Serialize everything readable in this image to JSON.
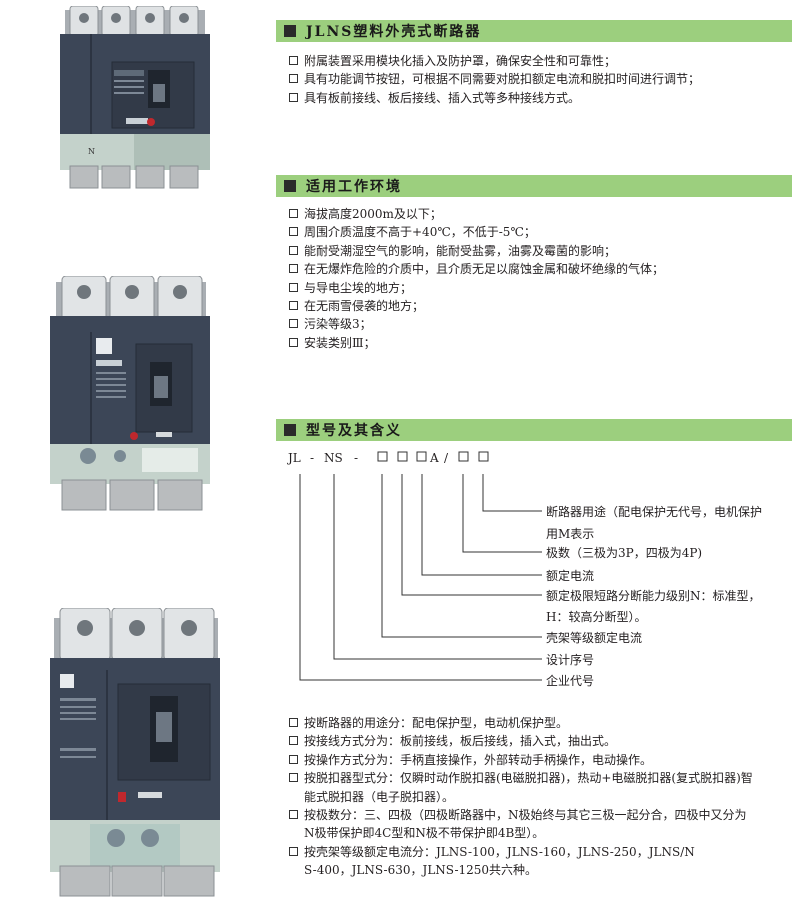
{
  "sections": {
    "intro": {
      "title": "JLNS塑料外壳式断路器",
      "items": [
        "附属装置采用模块化插入及防护罩，确保安全性和可靠性；",
        "具有功能调节按钮，可根据不同需要对脱扣额定电流和脱扣时间进行调节；",
        "具有板前接线、板后接线、插入式等多种接线方式。"
      ]
    },
    "environment": {
      "title": "适用工作环境",
      "items": [
        "海拔高度2000m及以下；",
        "周围介质温度不高于+40℃，不低于-5℃；",
        "能耐受潮湿空气的影响，能耐受盐雾，油雾及霉菌的影响；",
        "在无爆炸危险的介质中，且介质无足以腐蚀金属和破坏绝缘的气体；",
        "与导电尘埃的地方；",
        "在无雨雪侵袭的地方；",
        "污染等级3；",
        "安装类别Ⅲ；"
      ]
    },
    "model": {
      "title": "型号及其含义",
      "code": {
        "p1": "JL",
        "d1": "-",
        "p2": "NS",
        "d2": "-",
        "a": "A",
        "slash": "/"
      },
      "labels": [
        "断路器用途（配电保护无代号，电机保护",
        "用M表示",
        "极数（三极为3P，四极为4P)",
        "额定电流",
        "额定极限短路分断能力级别N：标准型，",
        "H：较高分断型）。",
        "壳架等级额定电流",
        "设计序号",
        "企业代号"
      ]
    },
    "classification": {
      "items": [
        {
          "lines": [
            "按断路器的用途分：配电保护型，电动机保护型。"
          ]
        },
        {
          "lines": [
            "按接线方式分为：板前接线，板后接线，插入式，抽出式。"
          ]
        },
        {
          "lines": [
            "按操作方式分为：手柄直接操作，外部转动手柄操作，电动操作。"
          ]
        },
        {
          "lines": [
            "按脱扣器型式分：仅瞬时动作脱扣器(电磁脱扣器)，热动+电磁脱扣器(复式脱扣器)智",
            "能式脱扣器（电子脱扣器）。"
          ]
        },
        {
          "lines": [
            "按极数分：三、四极（四极断路器中，N极始终与其它三极一起分合，四极中又分为",
            "N极带保护即4C型和N极不带保护即4B型）。"
          ]
        },
        {
          "lines": [
            "按壳架等级额定电流分：JLNS-100，JLNS-160，JLNS-250，JLNS/N",
            "S-400，JLNS-630，JLNS-1250共六种。"
          ]
        }
      ]
    }
  },
  "images": {
    "product1": {
      "n_label": "N"
    }
  },
  "colors": {
    "header_bg": "#9ccf7e",
    "breaker_body": "#3c4657",
    "breaker_bottom": "#c4d2cb",
    "terminal": "#b9bcbe",
    "accent_red": "#c0282d"
  }
}
